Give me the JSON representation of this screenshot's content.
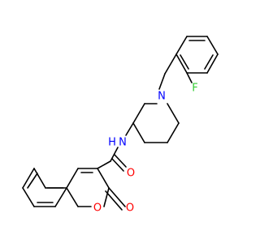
{
  "structure": {
    "atom_labels": {
      "fluorine": "F",
      "ring_nitrogen": "N",
      "amide_nh": "N",
      "amide_h": "H",
      "amide_oxygen": "O",
      "ring_oxygen": "O",
      "lactone_oxygen": "O"
    },
    "colors": {
      "bond": "#000000",
      "fluorine": "#33cc33",
      "nitrogen": "#0000ff",
      "oxygen": "#ff0000"
    }
  }
}
